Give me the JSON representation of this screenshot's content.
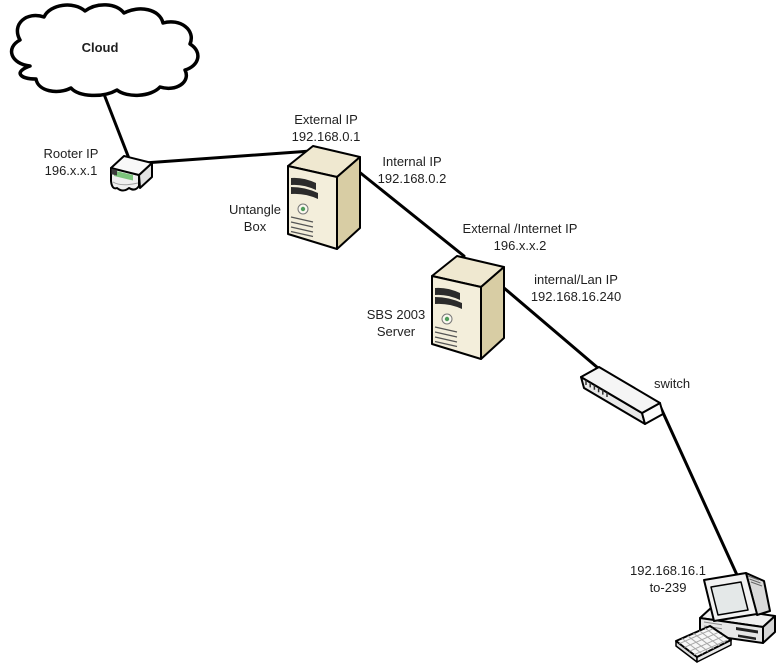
{
  "diagram": {
    "cloud": {
      "label": "Cloud"
    },
    "router": {
      "label_line1": "Rooter IP",
      "label_line2": "196.x.x.1"
    },
    "untangle_box": {
      "name_line1": "Untangle",
      "name_line2": "Box",
      "external_ip_line1": "External IP",
      "external_ip_line2": "192.168.0.1",
      "internal_ip_line1": "Internal IP",
      "internal_ip_line2": "192.168.0.2"
    },
    "sbs_server": {
      "name_line1": "SBS 2003",
      "name_line2": "Server",
      "external_ip_line1": "External /Internet IP",
      "external_ip_line2": "196.x.x.2",
      "internal_ip_line1": "internal/Lan IP",
      "internal_ip_line2": "192.168.16.240"
    },
    "switch": {
      "label": "switch"
    },
    "client_pc": {
      "label_line1": "192.168.16.1",
      "label_line2": "to-239"
    }
  },
  "colors": {
    "background": "#ffffff",
    "line": "#000000",
    "text": "#1f1f1f",
    "server_front": "#f3eedb",
    "server_side": "#d8cda4",
    "server_top": "#efe8d0",
    "router_stripe": "#7cc47c",
    "power_led": "#4f9d5b",
    "device_gray": "#f2f2f2"
  }
}
